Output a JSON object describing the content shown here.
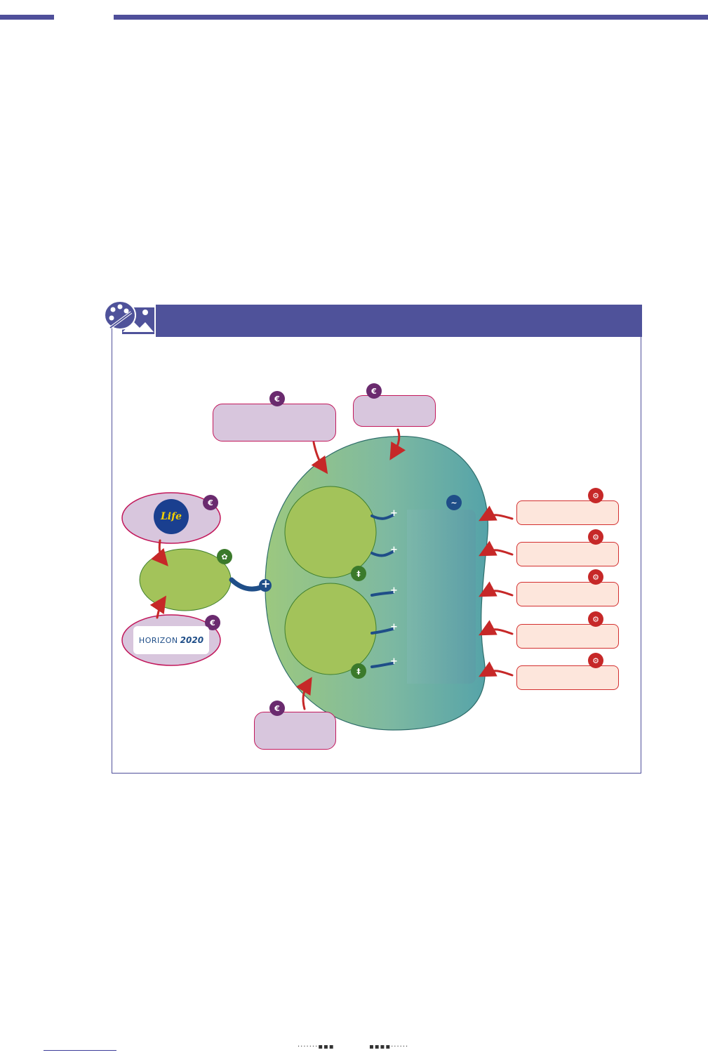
{
  "header": {
    "accent_color": "#4f4f9a"
  },
  "figure": {
    "title": "",
    "icon": "palette-image-icon",
    "colors": {
      "funding": "#d8c6dd",
      "cost": "#fde6dc",
      "green_node": "#a3c35a",
      "teal": "#5aa6a8",
      "arrow_red": "#c62828",
      "arrow_blue": "#1f4e88"
    },
    "logos": {
      "life": {
        "name": "LIFE programme logo",
        "text": "Life"
      },
      "horizon": {
        "name": "Horizon 2020 logo",
        "text_a": "HORIZON",
        "text_b": "2020"
      }
    },
    "symbols": {
      "plus": "+",
      "euro": "€"
    }
  },
  "footer": {
    "dots_left": "·······▪▪▪",
    "dots_right": "▪▪▪▪······"
  }
}
